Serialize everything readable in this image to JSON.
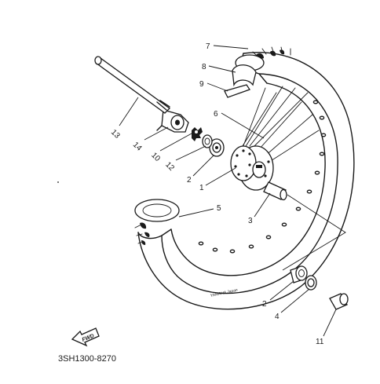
{
  "diagram": {
    "part_number": "3SH1300-8270",
    "direction_badge": "FWD",
    "rim_marking": "YAMAHA Japan",
    "callouts": [
      "7",
      "8",
      "9",
      "6",
      "13",
      "14",
      "10",
      "12",
      "2",
      "1",
      "5",
      "3",
      "2",
      "4",
      "11"
    ]
  }
}
